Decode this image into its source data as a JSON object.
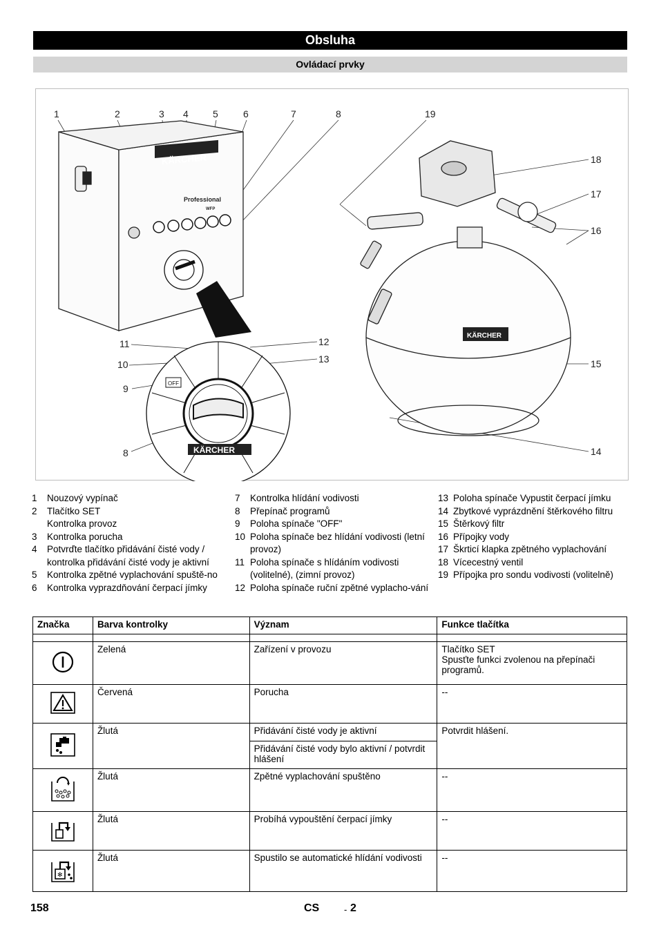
{
  "header": {
    "title": "Obsluha",
    "subtitle": "Ovládací prvky"
  },
  "figure": {
    "callouts": [
      "1",
      "2",
      "3",
      "4",
      "5",
      "6",
      "7",
      "8",
      "19",
      "18",
      "17",
      "16",
      "15",
      "14",
      "11",
      "12",
      "10",
      "13",
      "9",
      "8"
    ],
    "logo_text": "KÄRCHER",
    "professional_text": "Professional",
    "wfp_text": "WFP",
    "off_text": "OFF"
  },
  "legend": [
    [
      {
        "n": "1",
        "t": "Nouzový vypínač"
      },
      {
        "n": "2",
        "t": "Tlačítko SET"
      },
      {
        "n": "",
        "t": "Kontrolka provoz"
      },
      {
        "n": "3",
        "t": "Kontrolka porucha"
      },
      {
        "n": "4",
        "t": "Potvrďte tlačítko přidávání čisté vody / kontrolka přidávání čisté vody je aktivní"
      },
      {
        "n": "5",
        "t": "Kontrolka zpětné vyplachování spuště-no"
      },
      {
        "n": "6",
        "t": "Kontrolka vyprazdňování čerpací jímky"
      }
    ],
    [
      {
        "n": "7",
        "t": "Kontrolka hlídání vodivosti"
      },
      {
        "n": "8",
        "t": "Přepínač programů"
      },
      {
        "n": "9",
        "t": "Poloha spínače \"OFF\""
      },
      {
        "n": "10",
        "t": "Poloha spínače bez hlídání vodivosti (letní provoz)"
      },
      {
        "n": "11",
        "t": "Poloha spínače s hlídáním vodivosti (volitelné), (zimní provoz)"
      },
      {
        "n": "12",
        "t": "Poloha spínače ruční zpětné vyplacho-vání"
      }
    ],
    [
      {
        "n": "13",
        "t": "Poloha spínače Vypustit čerpací jímku"
      },
      {
        "n": "14",
        "t": "Zbytkové vyprázdnění štěrkového filtru"
      },
      {
        "n": "15",
        "t": "Štěrkový filtr"
      },
      {
        "n": "16",
        "t": "Přípojky vody"
      },
      {
        "n": "17",
        "t": "Škrticí klapka zpětného vyplachování"
      },
      {
        "n": "18",
        "t": "Vícecestný ventil"
      },
      {
        "n": "19",
        "t": "Přípojka pro sondu vodivosti (volitelně)"
      }
    ]
  ],
  "table": {
    "headers": [
      "Značka",
      "Barva kontrolky",
      "Význam",
      "Funkce tlačítka"
    ],
    "rows": [
      {
        "icon": "power-icon",
        "color": "Zelená",
        "meaning": "Zařízení v provozu",
        "func1": "Tlačítko SET",
        "func2": "Spusťte funkci zvolenou na přepínači programů."
      },
      {
        "icon": "warning-icon",
        "color": "Červená",
        "meaning": "Porucha",
        "func1": "--"
      },
      {
        "icon": "water-tap-icon",
        "color": "Žlutá",
        "meaning": "Přidávání čisté vody je aktivní",
        "meaning2": "Přidávání čisté vody bylo aktivní / potvrdit hlášení",
        "func1": "Potvrdit hlášení."
      },
      {
        "icon": "backwash-icon",
        "color": "Žlutá",
        "meaning": "Zpětné vyplachování spuštěno",
        "func1": "--"
      },
      {
        "icon": "sump-drain-icon",
        "color": "Žlutá",
        "meaning": "Probíhá vypouštění čerpací jímky",
        "func1": "--"
      },
      {
        "icon": "conductivity-icon",
        "color": "Žlutá",
        "meaning": "Spustilo se automatické hlídání vodivosti",
        "func1": "--"
      }
    ]
  },
  "footer": {
    "page": "158",
    "lang": "CS",
    "dash": "-",
    "num": "2"
  }
}
